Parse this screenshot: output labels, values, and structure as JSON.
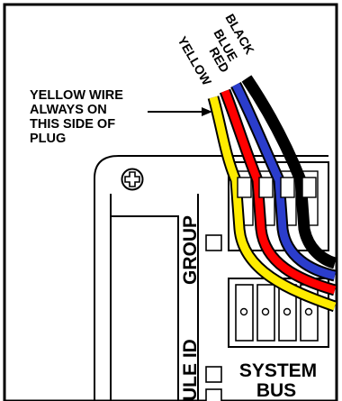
{
  "callout": {
    "lines": [
      "YELLOW WIRE",
      "ALWAYS ON",
      "THIS SIDE OF",
      "PLUG"
    ]
  },
  "wires": [
    {
      "label": "YELLOW",
      "color": "#ffec00"
    },
    {
      "label": "RED",
      "color": "#ff0000"
    },
    {
      "label": "BLUE",
      "color": "#2b3dcc"
    },
    {
      "label": "BLACK",
      "color": "#000000"
    }
  ],
  "board_labels": {
    "group": "GROUP",
    "module_id": "ULE ID",
    "system_bus_line1": "SYSTEM",
    "system_bus_line2": "BUS"
  },
  "icons": {
    "mounting_screw": "phillips-screw-icon"
  }
}
